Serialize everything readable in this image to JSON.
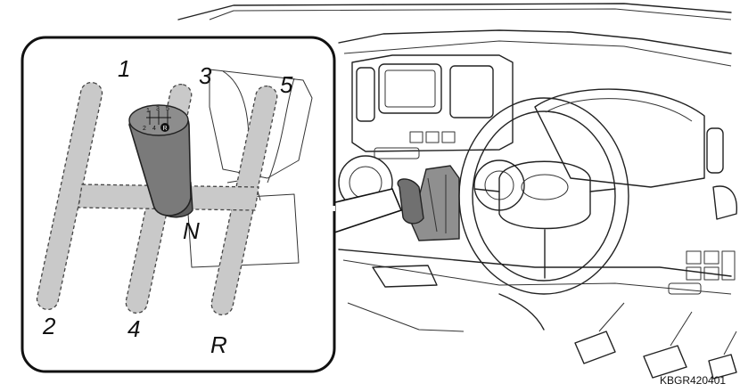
{
  "figure": {
    "image_code": "KBGR420401",
    "gate_labels": {
      "gear1": "1",
      "gear2": "2",
      "gear3": "3",
      "gear4": "4",
      "gear5": "5",
      "reverse": "R",
      "neutral": "N"
    },
    "knob_pattern": [
      "1",
      "3",
      "5",
      "2",
      "4",
      "R"
    ],
    "colors": {
      "line": "#222222",
      "slot_fill": "#c9c9c9",
      "knob_fill": "#7a7a7a",
      "inset_border": "#111111"
    }
  }
}
